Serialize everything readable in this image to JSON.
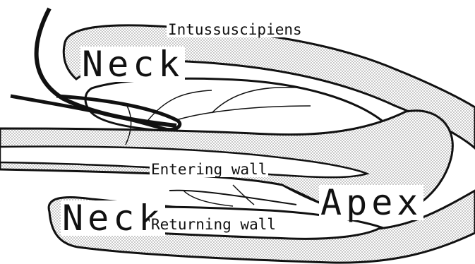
{
  "labels": {
    "intussuscipiens": "Intussuscipiens",
    "neck_upper": "Neck",
    "entering_wall": "Entering wall",
    "apex": "Apex",
    "neck_lower": "Neck",
    "returning_wall": "Returning wall"
  },
  "colors": {
    "ink": "#111111",
    "stipple": "#bdbdbd",
    "background": "#ffffff"
  }
}
